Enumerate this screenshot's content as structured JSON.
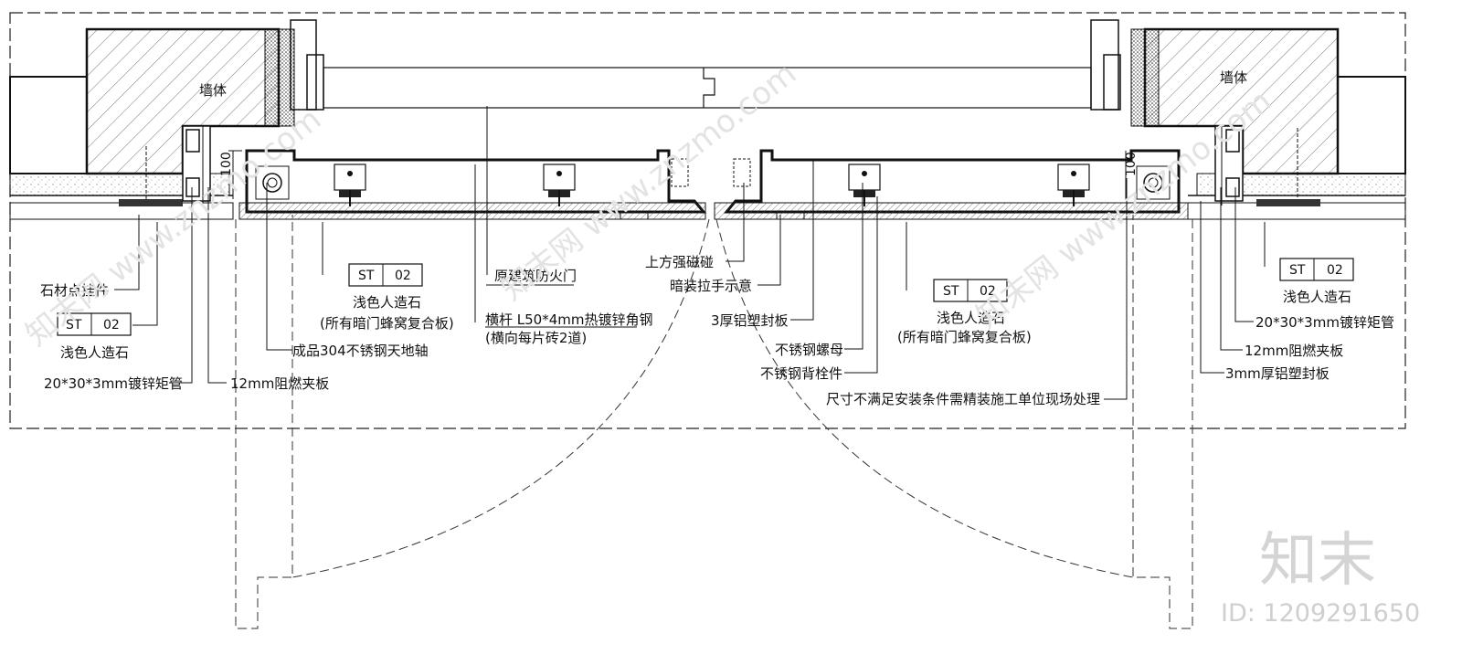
{
  "walls": {
    "left": "墙体",
    "right": "墙体"
  },
  "tags": {
    "code": "ST",
    "number": "02"
  },
  "left_labels": {
    "stone_hanger": "石材点挂件",
    "stone_light": "浅色人造石",
    "tube": "20*30*3mm镀锌矩管",
    "fire_board": "12mm阻燃夹板",
    "pivot": "成品304不锈钢天地轴",
    "door_stone": "浅色人造石",
    "door_stone_note": "(所有暗门蜂窝复合板)",
    "fire_door": "原建筑防火门",
    "angle_steel": "横杆 L50*4mm热镀锌角钢",
    "angle_steel_note": "(横向每片砖2道)"
  },
  "right_labels": {
    "magnet": "上方强磁碰",
    "handle": "暗装拉手示意",
    "al_plastic": "3厚铝塑封板",
    "nut": "不锈钢螺母",
    "bolt": "不锈钢背栓件",
    "door_stone": "浅色人造石",
    "door_stone_note": "(所有暗门蜂窝复合板)",
    "site_note": "尺寸不满足安装条件需精装施工单位现场处理",
    "stone_light": "浅色人造石",
    "tube": "20*30*3mm镀锌矩管",
    "fire_board": "12mm阻燃夹板",
    "al_board": "3mm厚铝塑封板"
  },
  "dimensions": {
    "left_gap": "100",
    "right_gap": "100"
  },
  "watermark": {
    "logo": "知末",
    "id": "ID: 1209291650",
    "diagonal": "知末网 www.znzmo.com"
  }
}
